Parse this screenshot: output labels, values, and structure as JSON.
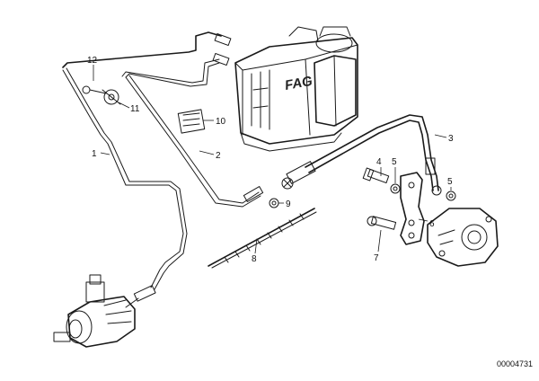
{
  "diagram": {
    "callouts": [
      "1",
      "2",
      "3",
      "4",
      "5",
      "5",
      "6",
      "7",
      "8",
      "9",
      "10",
      "11",
      "12"
    ],
    "unit_label": "FAG",
    "document_number": "00004731"
  }
}
